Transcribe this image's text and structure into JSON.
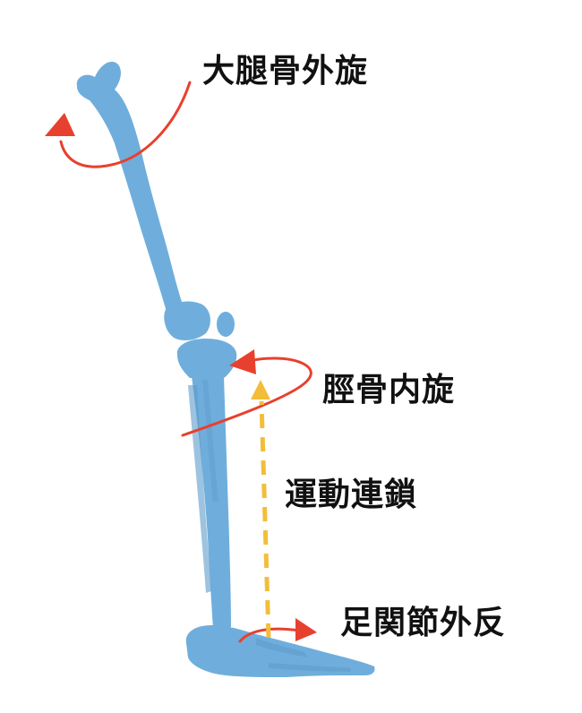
{
  "labels": {
    "femur_external_rotation": "大腿骨外旋",
    "tibia_internal_rotation": "脛骨内旋",
    "kinetic_chain": "運動連鎖",
    "ankle_eversion": "足関節外反"
  },
  "colors": {
    "bone": "#6FAEDC",
    "bone_shade": "#5B9BCB",
    "rotation_arrow": "#E8402E",
    "chain_arrow": "#F2BE3A",
    "text": "#111111"
  },
  "icons": {
    "femur_rotation": "curved-arrow-icon",
    "tibia_rotation": "curved-arrow-icon",
    "ankle_rotation": "curved-arrow-icon",
    "kinetic_chain": "dashed-up-arrow-icon"
  }
}
